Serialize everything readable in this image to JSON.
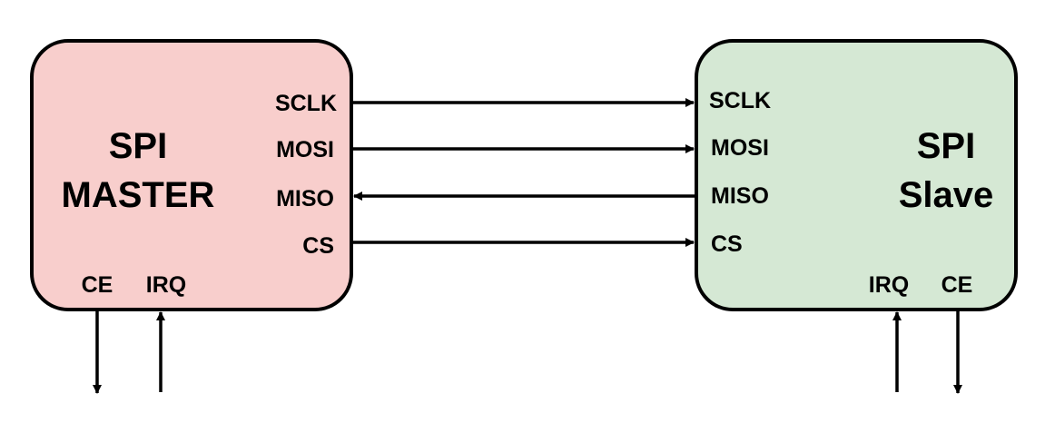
{
  "master": {
    "title_line1": "SPI",
    "title_line2": "MASTER",
    "fill": "#f8cecc",
    "pins": {
      "sclk": "SCLK",
      "mosi": "MOSI",
      "miso": "MISO",
      "cs": "CS",
      "ce": "CE",
      "irq": "IRQ"
    }
  },
  "slave": {
    "title_line1": "SPI",
    "title_line2": "Slave",
    "fill": "#d5e8d4",
    "pins": {
      "sclk": "SCLK",
      "mosi": "MOSI",
      "miso": "MISO",
      "cs": "CS",
      "irq": "IRQ",
      "ce": "CE"
    }
  },
  "connections": [
    {
      "signal": "SCLK",
      "from": "master",
      "to": "slave"
    },
    {
      "signal": "MOSI",
      "from": "master",
      "to": "slave"
    },
    {
      "signal": "MISO",
      "from": "slave",
      "to": "master"
    },
    {
      "signal": "CS",
      "from": "master",
      "to": "slave"
    }
  ],
  "external_lines": [
    {
      "block": "master",
      "signal": "CE",
      "direction": "out"
    },
    {
      "block": "master",
      "signal": "IRQ",
      "direction": "in"
    },
    {
      "block": "slave",
      "signal": "IRQ",
      "direction": "in"
    },
    {
      "block": "slave",
      "signal": "CE",
      "direction": "out"
    }
  ]
}
